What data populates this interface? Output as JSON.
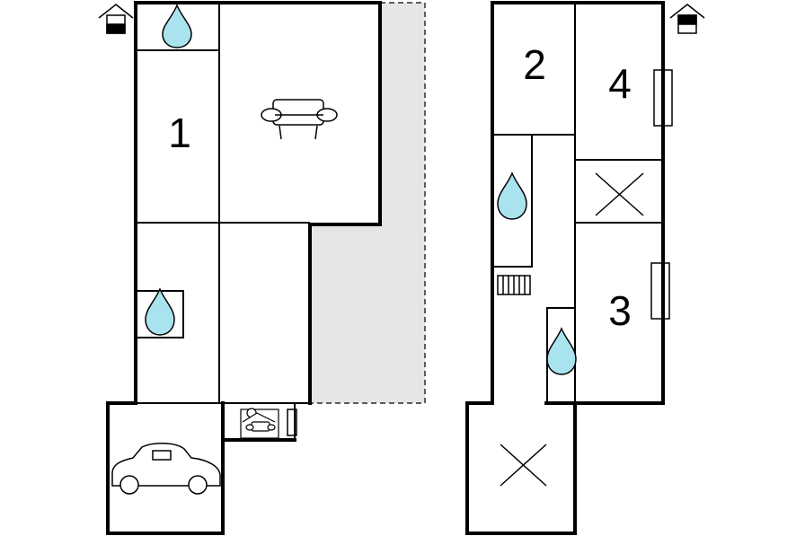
{
  "floor_plan": {
    "rooms": [
      {
        "number": "1"
      },
      {
        "number": "2"
      },
      {
        "number": "3"
      },
      {
        "number": "4"
      }
    ],
    "icons": {
      "entrance": "house-entrance-icon",
      "bathroom": "water-drop-icon",
      "living": "sofa-icon",
      "garage": "car-icon",
      "void": "open-space-cross-icon",
      "stairs": "stairs-icon",
      "window": "window-icon",
      "terrace": "covered-terrace-icon"
    },
    "colors": {
      "wall": "#000000",
      "water": "#a9e3ee",
      "outdoor_area": "#e5e5e5",
      "background": "#ffffff"
    }
  }
}
